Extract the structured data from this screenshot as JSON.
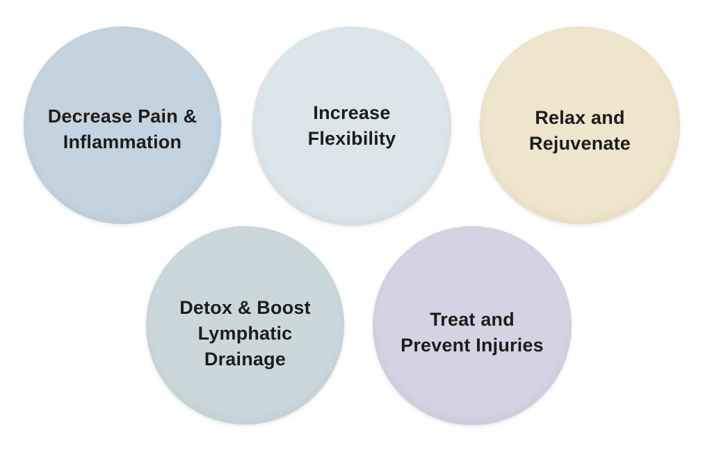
{
  "benefits": [
    {
      "lines": [
        "Decrease Pain &",
        "Inflammation"
      ],
      "color": "#c3d3e0"
    },
    {
      "lines": [
        "Increase",
        "Flexibility"
      ],
      "color": "#dbe5ea"
    },
    {
      "lines": [
        "Relax and",
        "Rejuvenate"
      ],
      "color": "#efe4cc"
    },
    {
      "lines": [
        "Detox & Boost",
        "Lymphatic",
        "Drainage"
      ],
      "color": "#cad8dc"
    },
    {
      "lines": [
        "Treat and",
        "Prevent Injuries"
      ],
      "color": "#d3d3e3"
    }
  ]
}
